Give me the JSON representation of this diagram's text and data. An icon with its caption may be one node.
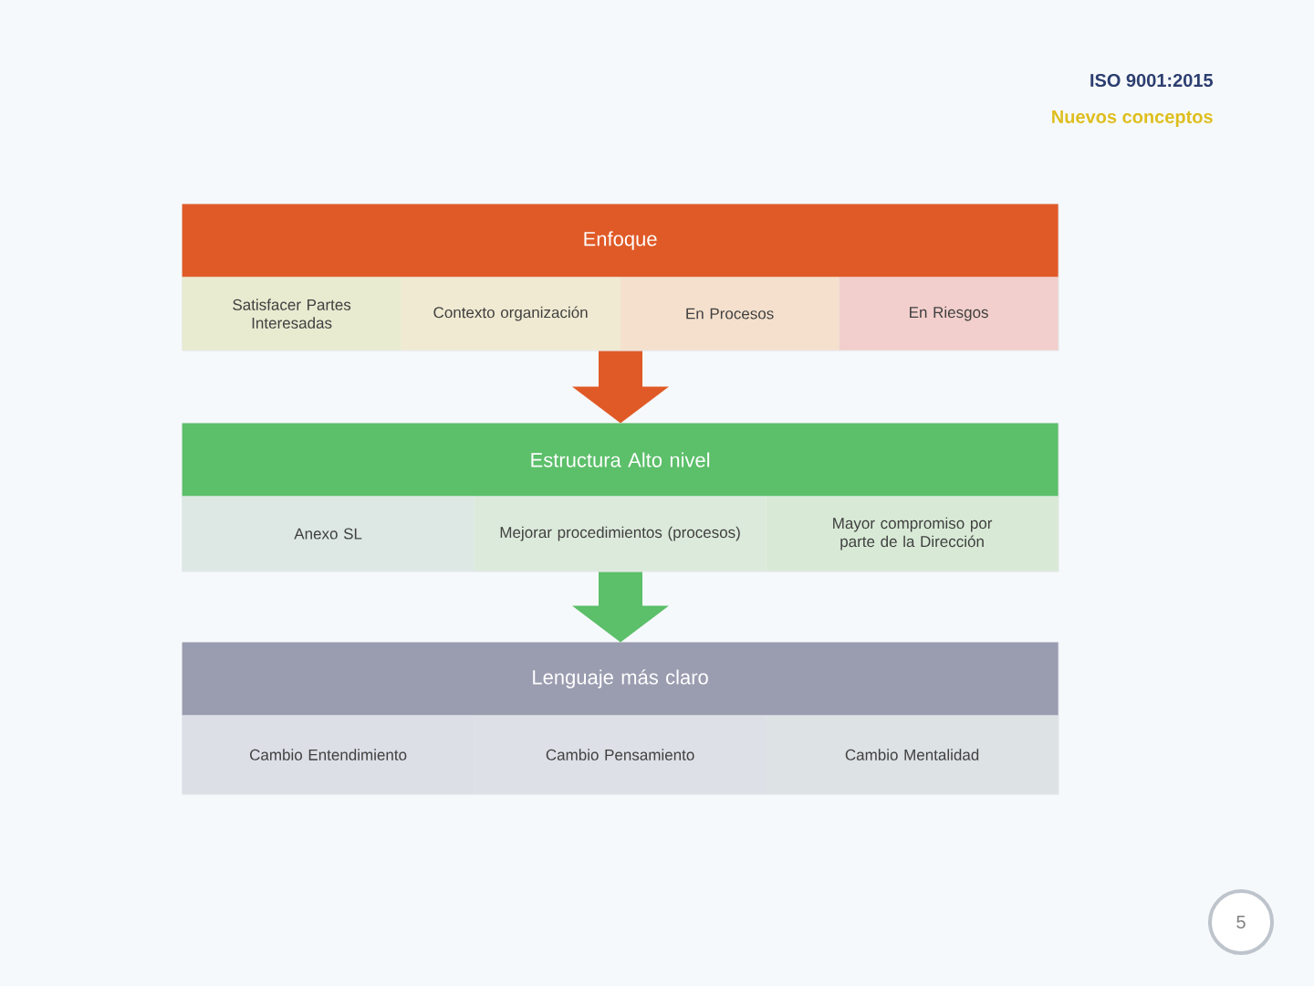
{
  "diagram": {
    "nodes": [
      {
        "text": [],
        "shape": "box"
      },
      {
        "text": [
          "Enfoque"
        ],
        "in": 0
      },
      {
        "text": [
          "Satisfacer Partes Interesadas"
        ],
        "in": 0
      },
      {
        "text": [
          "Contexto organización"
        ],
        "in": 0
      },
      {
        "text": [
          "En Procesos"
        ],
        "in": 0
      },
      {
        "text": [
          "En Riesgos"
        ],
        "in": 0
      },
      {
        "text": [],
        "shape": "box"
      },
      {
        "text": [
          "Estructura Alto nivel"
        ],
        "in": 6
      },
      {
        "text": [
          "Anexo SL"
        ],
        "in": 6
      },
      {
        "text": [
          "Mejorar procedimientos (procesos)"
        ],
        "in": 6
      },
      {
        "text": [
          "Mayor compromiso por parte de la Dirección"
        ],
        "in": 6
      },
      {
        "text": [],
        "shape": "box"
      },
      {
        "text": [
          "Lenguaje más claro"
        ],
        "in": 11
      },
      {
        "text": [
          "Cambio Entendimiento"
        ],
        "in": 11
      },
      {
        "text": [
          "Cambio Pensamiento"
        ],
        "in": 11
      },
      {
        "text": [
          "Cambio Mentalidad"
        ],
        "in": 11
      }
    ],
    "edges": [
      {
        "from": 0,
        "to": 6,
        "arrow": "to",
        "color": "#e05a27"
      },
      {
        "from": 6,
        "to": 11,
        "arrow": "to",
        "color": "#5cbf6a"
      }
    ],
    "labels": [
      "ISO 9001:2015",
      "Nuevos conceptos",
      "5"
    ]
  }
}
